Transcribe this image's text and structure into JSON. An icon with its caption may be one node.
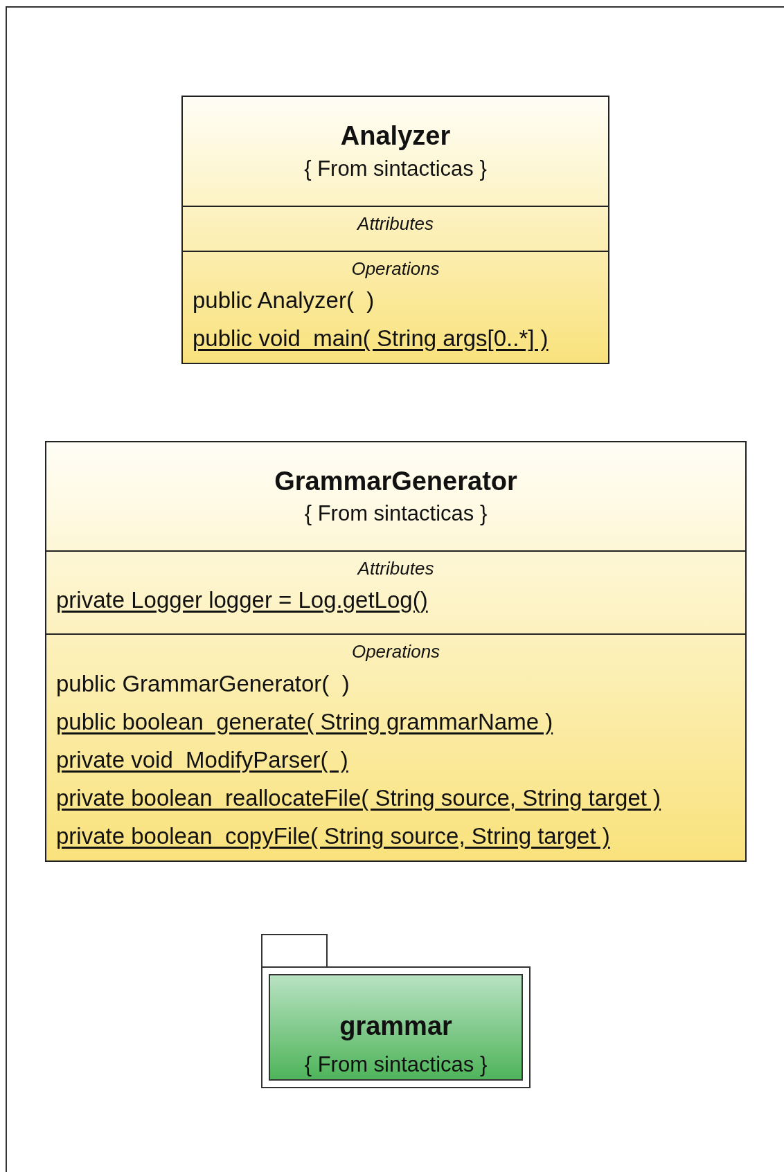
{
  "diagram": {
    "nodes": [
      {
        "text": [
          "Analyzer",
          "{ From sintacticas }",
          "Attributes",
          "Operations",
          "public Analyzer(  )",
          "public void  main( String args[0..*] )"
        ]
      },
      {
        "text": [
          "GrammarGenerator",
          "{ From sintacticas }",
          "Attributes",
          "private Logger logger = Log.getLog()",
          "Operations",
          "public GrammarGenerator(  )",
          "public boolean  generate( String grammarName )",
          "private void  ModifyParser(  )",
          "private boolean  reallocateFile( String source, String target )",
          "private boolean  copyFile( String source, String target )"
        ]
      },
      {
        "text": [
          "grammar",
          "{ From sintacticas }"
        ]
      }
    ]
  }
}
